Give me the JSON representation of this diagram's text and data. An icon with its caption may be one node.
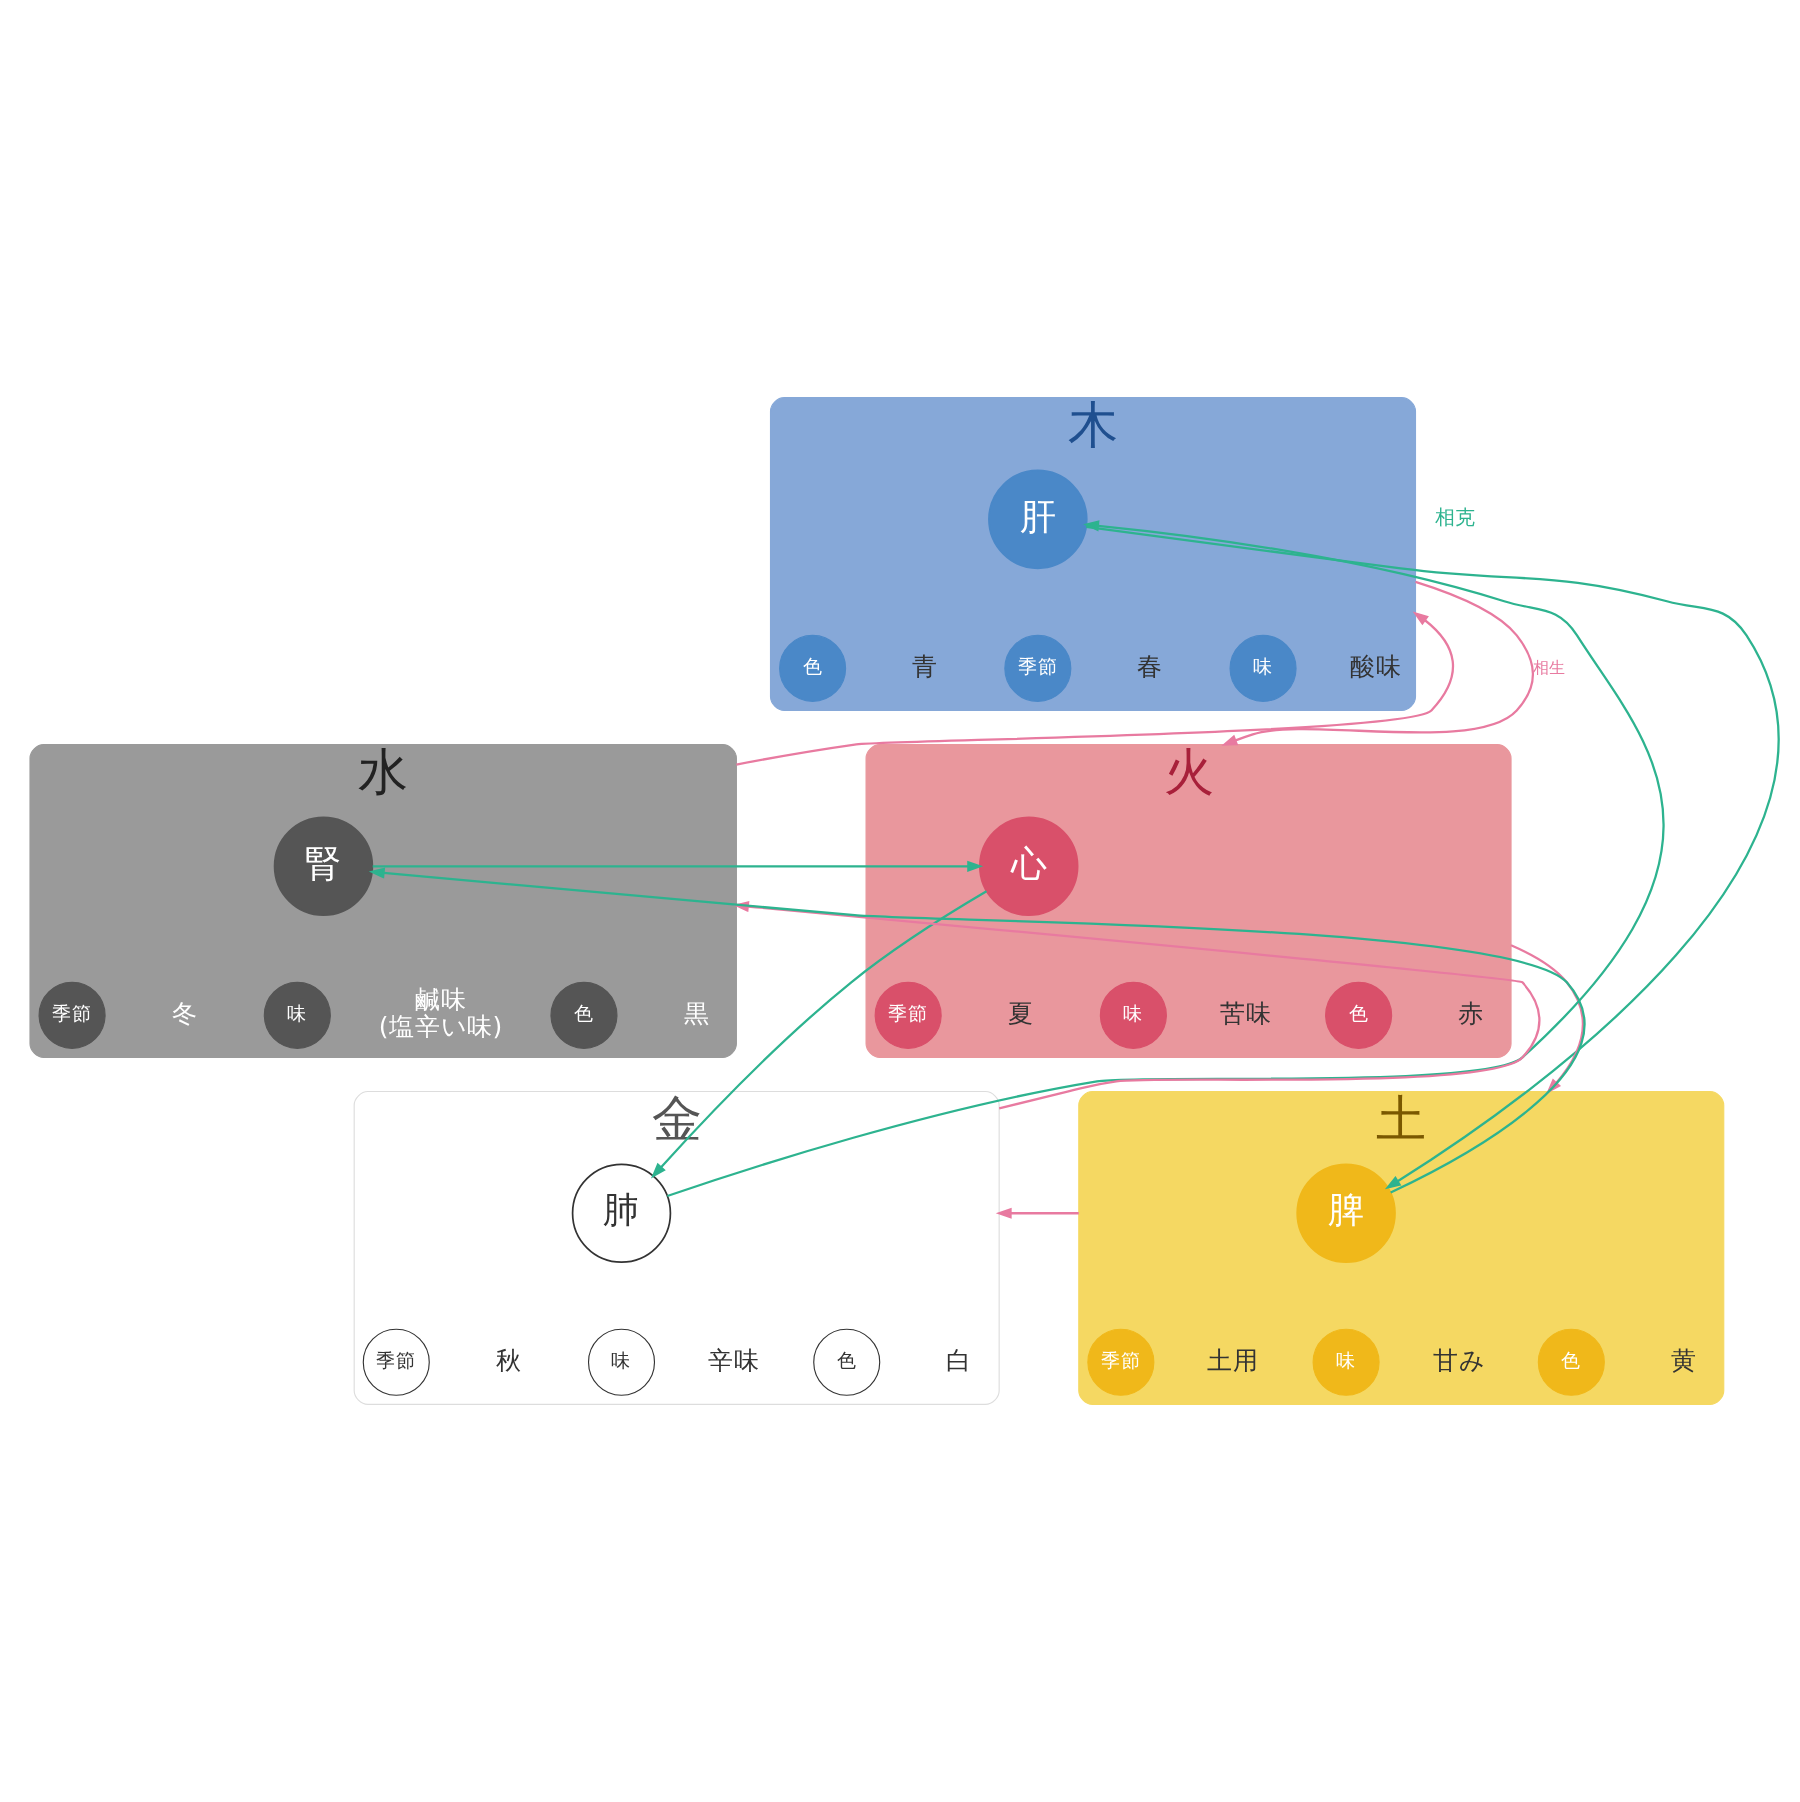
{
  "diagram": {
    "nodes": [
      {
        "text": [
          "木"
        ]
      },
      {
        "text": [
          "肝"
        ],
        "in": 0
      },
      {
        "text": [
          "季節"
        ],
        "in": 0,
        "beside": [
          "春"
        ]
      },
      {
        "text": [
          "味"
        ],
        "in": 0,
        "beside": [
          "酸味"
        ]
      },
      {
        "text": [
          "色"
        ],
        "in": 0,
        "beside": [
          "青"
        ]
      },
      {
        "text": [
          "火"
        ]
      },
      {
        "text": [
          "心"
        ],
        "in": 5
      },
      {
        "text": [
          "季節"
        ],
        "in": 5,
        "beside": [
          "夏"
        ]
      },
      {
        "text": [
          "味"
        ],
        "in": 5,
        "beside": [
          "苦味"
        ]
      },
      {
        "text": [
          "色"
        ],
        "in": 5,
        "beside": [
          "赤"
        ]
      },
      {
        "text": [
          "土"
        ]
      },
      {
        "text": [
          "脾"
        ],
        "in": 10
      },
      {
        "text": [
          "季節"
        ],
        "in": 10,
        "beside": [
          "土用"
        ]
      },
      {
        "text": [
          "味"
        ],
        "in": 10,
        "beside": [
          "甘み"
        ]
      },
      {
        "text": [
          "色"
        ],
        "in": 10,
        "beside": [
          "黄"
        ]
      },
      {
        "text": [
          "金"
        ]
      },
      {
        "text": [
          "肺"
        ],
        "in": 15
      },
      {
        "text": [
          "季節"
        ],
        "in": 15,
        "beside": [
          "秋"
        ]
      },
      {
        "text": [
          "味"
        ],
        "in": 15,
        "beside": [
          "辛味"
        ]
      },
      {
        "text": [
          "色"
        ],
        "in": 15,
        "beside": [
          "白"
        ]
      },
      {
        "text": [
          "水"
        ]
      },
      {
        "text": [
          "腎"
        ],
        "in": 20
      },
      {
        "text": [
          "季節"
        ],
        "in": 20,
        "beside": [
          "冬"
        ]
      },
      {
        "text": [
          "味"
        ],
        "in": 20,
        "beside": [
          "鹹味",
          "(塩辛い味)"
        ]
      },
      {
        "text": [
          "色"
        ],
        "in": 20,
        "beside": [
          "黒"
        ]
      }
    ],
    "edges": [
      {
        "from": 0,
        "to": 5,
        "arrow": "to",
        "label": "相生",
        "color": "#e87aa0"
      },
      {
        "from": 5,
        "to": 10,
        "arrow": "to",
        "color": "#e87aa0"
      },
      {
        "from": 10,
        "to": 15,
        "arrow": "to",
        "color": "#e87aa0"
      },
      {
        "from": 15,
        "to": 20,
        "arrow": "to",
        "color": "#e87aa0"
      },
      {
        "from": 20,
        "to": 0,
        "arrow": "to",
        "color": "#e87aa0"
      },
      {
        "from": 1,
        "to": 11,
        "arrow": "to",
        "color": "#2db38f"
      },
      {
        "from": 21,
        "to": 6,
        "arrow": "to",
        "color": "#2db38f"
      },
      {
        "from": 6,
        "to": 16,
        "arrow": "to",
        "color": "#2db38f"
      },
      {
        "from": 16,
        "to": 1,
        "arrow": "to",
        "color": "#2db38f"
      },
      {
        "from": 11,
        "to": 21,
        "arrow": "to",
        "color": "#2db38f"
      }
    ],
    "labels": [
      "相克"
    ]
  }
}
